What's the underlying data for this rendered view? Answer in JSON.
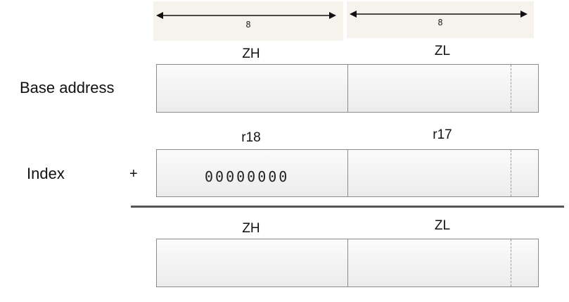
{
  "width_markers": {
    "high_bits": "8",
    "low_bits": "8"
  },
  "rows": {
    "base": {
      "label": "Base address",
      "high_reg": "ZH",
      "low_reg": "ZL"
    },
    "index": {
      "label": "Index",
      "operator": "+",
      "high_reg": "r18",
      "low_reg": "r17",
      "high_value": "00000000"
    },
    "result": {
      "high_reg": "ZH",
      "low_reg": "ZL"
    }
  },
  "colors": {
    "width_panel": "#f6f3ec",
    "box_border": "#8c8c8c",
    "sum_line": "#555555"
  }
}
